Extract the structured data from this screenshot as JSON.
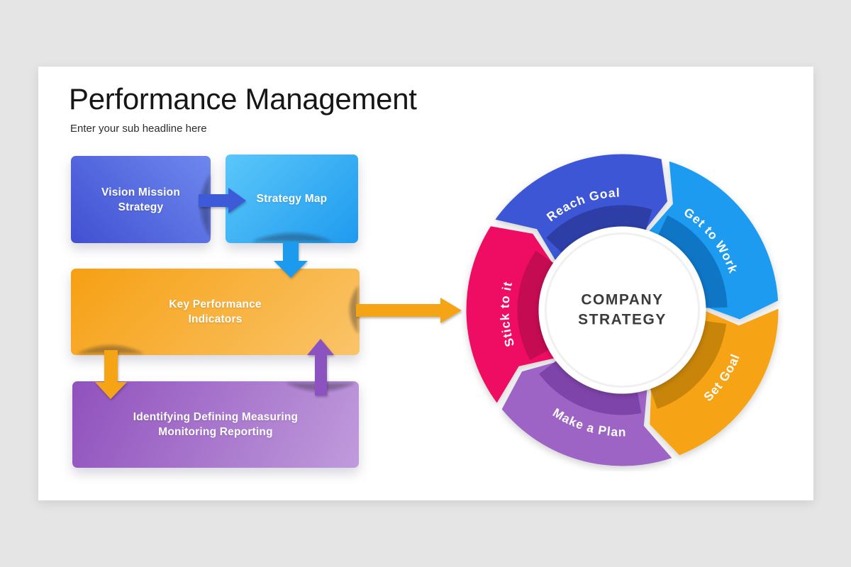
{
  "page": {
    "background_color": "#E6E5E6",
    "slide_background": "#FFFFFF"
  },
  "slide": {
    "title": "Performance Management",
    "subtitle": "Enter your sub headline here"
  },
  "flowchart": {
    "boxes": [
      {
        "name": "vision-mission-strategy",
        "line1": "Vision Mission",
        "line2": "Strategy",
        "color_from": "#6E88EE",
        "color_to": "#4150D2",
        "bg": "background:linear-gradient(225deg,#6E88EE 0%,#4150D2 100%)"
      },
      {
        "name": "strategy-map",
        "line1": "Strategy Map",
        "line2": "",
        "color_from": "#5BC7FA",
        "color_to": "#1E9AEF",
        "bg": "background:linear-gradient(135deg,#5BC7FA 0%,#1E9AEF 100%)"
      },
      {
        "name": "key-performance-indicators",
        "line1": "Key Performance",
        "line2": "Indicators",
        "color_from": "#F6A013",
        "color_to": "#FAC469",
        "bg": "background:linear-gradient(135deg,#F6A013 0%,#FAC469 100%)"
      },
      {
        "name": "identifying-defining-measuring",
        "line1": "Identifying Defining Measuring",
        "line2": "Monitoring Reporting",
        "color_from": "#9051BD",
        "color_to": "#C09BDC",
        "bg": "background:linear-gradient(115deg,#9051BD 0%,#C09BDC 100%)"
      }
    ],
    "arrows": [
      {
        "name": "vision-to-strategy-map",
        "color": "#3E5AD8"
      },
      {
        "name": "strategy-map-to-kpi",
        "color": "#1F9BEE"
      },
      {
        "name": "kpi-to-cycle",
        "color": "#F5A417"
      },
      {
        "name": "kpi-to-identifying",
        "color": "#F5A417"
      },
      {
        "name": "identifying-to-kpi",
        "color": "#8C52C0"
      }
    ]
  },
  "cycle": {
    "center_line1": "COMPANY",
    "center_line2": "STRATEGY",
    "center_text_color": "#3B3B3B",
    "segments": [
      {
        "label": "Reach Goal",
        "color": "#3C57D6",
        "shade": "#2C3DA4"
      },
      {
        "label": "Get to Work",
        "color": "#1E9BF0",
        "shade": "#0E72C2"
      },
      {
        "label": "Set Goal",
        "color": "#F6A414",
        "shade": "#C5830A"
      },
      {
        "label": "Make a Plan",
        "color": "#9D63C5",
        "shade": "#7C42A8"
      },
      {
        "label": "Stick to it",
        "color": "#EE0F62",
        "shade": "#C20B51"
      }
    ]
  }
}
